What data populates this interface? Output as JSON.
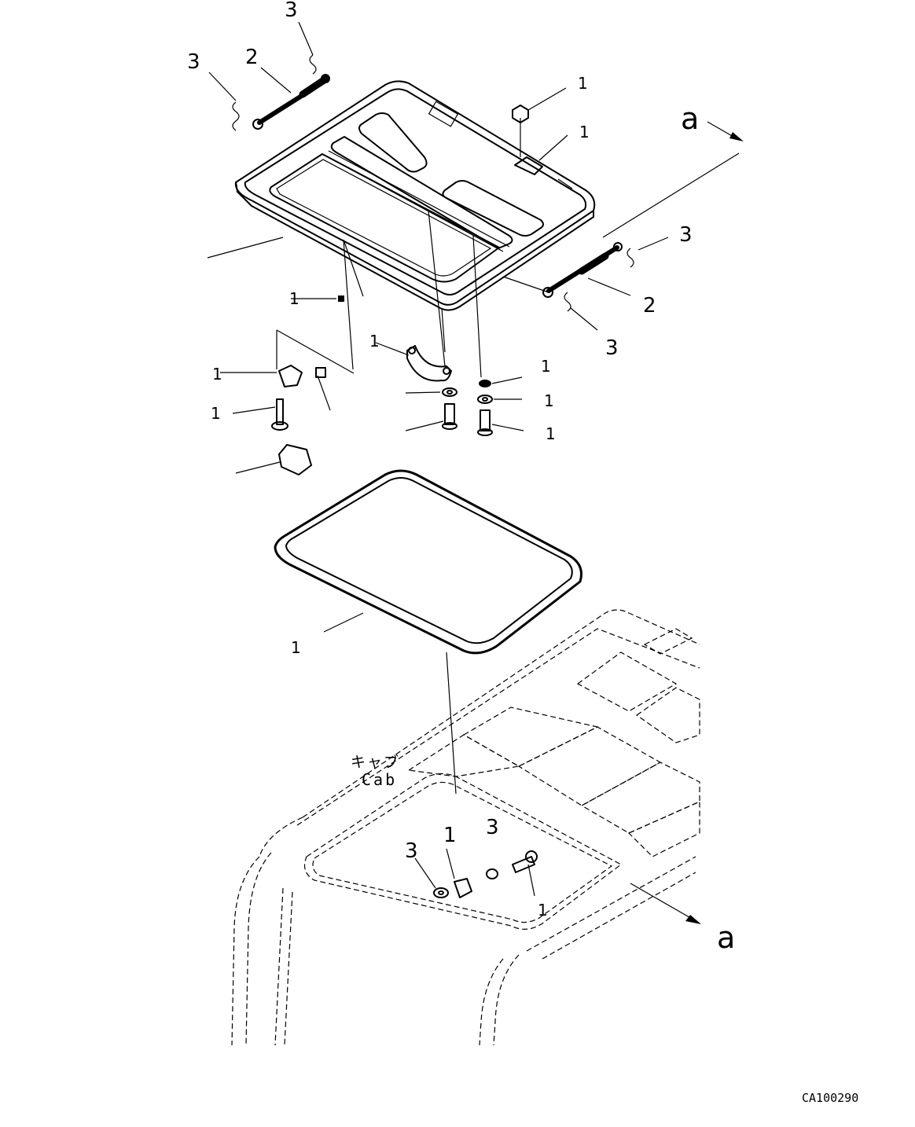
{
  "labels": {
    "l1": "3",
    "l2": "2",
    "l3": "3",
    "l4": "1",
    "l5": "1",
    "l6": "a",
    "l7": "3",
    "l8": "2",
    "l9": "3",
    "l10": "1",
    "l11": "1",
    "l12": "1",
    "l13": "1",
    "l14": "1",
    "l15": "1",
    "l16": "1",
    "l17": "1",
    "l18": "3",
    "l19": "1",
    "l20": "3",
    "l21": "1",
    "l22": "a"
  },
  "cab": {
    "japanese": "キャブ",
    "english": "Cab"
  },
  "drawing_number": "CA100290"
}
